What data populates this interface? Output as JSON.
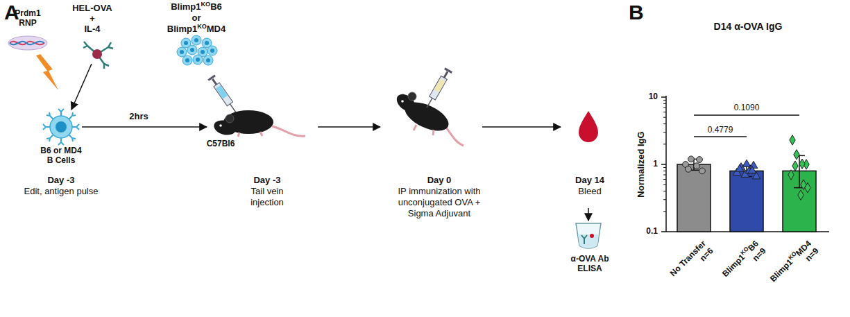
{
  "diagram": {
    "labels": [
      "A",
      "Prdm1 RNP",
      "HEL-OVA",
      "+",
      "IL-4",
      "Blimp1",
      "KO",
      "B6",
      "or",
      "Blimp1",
      "KO",
      "MD4",
      "B6 or MD4 B Cells",
      "2hrs",
      "C57Bl6",
      "Day -3",
      "Edit, antigen pulse",
      "Day -3",
      "Tail vein injection",
      "Day 0",
      "IP immunization with unconjugated OVA + Sigma Adjuvant",
      "Day 14",
      "Bleed",
      "α-OVA Ab ELISA",
      "B",
      "D14 α-OVA IgG",
      "10",
      "1",
      "0.1",
      "Normalized IgG",
      "0.4779",
      "0.1090",
      "No Transfer",
      "n=6",
      "Blimp1",
      "KO",
      "B6",
      "n=9",
      "Blimp1",
      "KO",
      "MD4",
      "n=9"
    ]
  }
}
